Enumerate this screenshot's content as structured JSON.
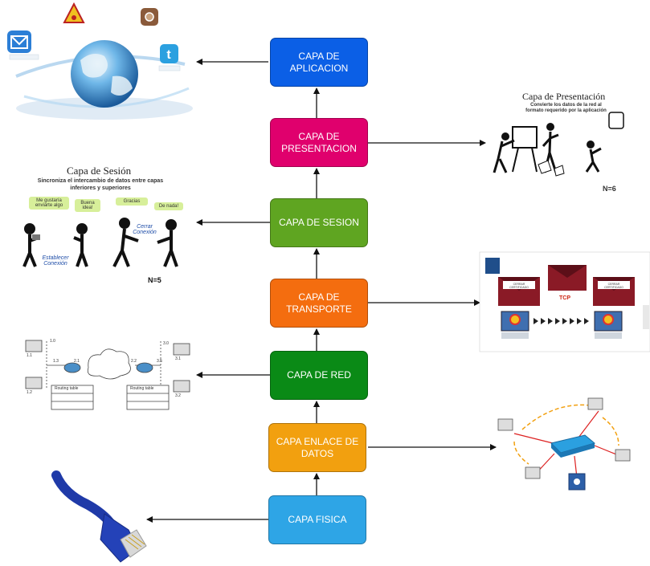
{
  "layers": [
    {
      "id": "aplicacion",
      "label": "CAPA DE\nAPLICACION",
      "color": "#0b5fe6"
    },
    {
      "id": "presentacion",
      "label": "CAPA DE\nPRESENTACION",
      "color": "#e0006d"
    },
    {
      "id": "sesion",
      "label": "CAPA DE SESION",
      "color": "#5fa521"
    },
    {
      "id": "transporte",
      "label": "CAPA DE\nTRANSPORTE",
      "color": "#f46d0f"
    },
    {
      "id": "red",
      "label": "CAPA DE RED",
      "color": "#0a8a16"
    },
    {
      "id": "enlace",
      "label": "CAPA ENLACE DE\nDATOS",
      "color": "#f2a00f"
    },
    {
      "id": "fisica",
      "label": "CAPA FISICA",
      "color": "#2ea5e6"
    }
  ],
  "illustrations": {
    "presentacion": {
      "title": "Capa de Presentación",
      "caption": "Convierte los datos de la red al formato requerido por la aplicación",
      "n_label": "N=6"
    },
    "sesion": {
      "title": "Capa de Sesión",
      "subtitle": "Sincroniza el intercambio de datos entre capas inferiores y superiores",
      "bubbles": [
        "Me gustaría enviarte algo",
        "Buena idea!",
        "Gracias",
        "De nada!"
      ],
      "labels": [
        "Establecer Conexión",
        "Cerrar Conexión"
      ],
      "n_label": "N=5"
    },
    "transporte": {
      "envelope_labels": [
        "CERRAR CERTIFICADO",
        "TCP",
        "CERRAR CERTIFICADO"
      ]
    },
    "red": {
      "table_titles": [
        "Routing table",
        "Routing table"
      ],
      "node_labels": [
        "1.1",
        "1.2",
        "1.0",
        "1.3",
        "2.1",
        "2.2",
        "3.0",
        "3.5",
        "3.1",
        "3.2"
      ]
    }
  }
}
